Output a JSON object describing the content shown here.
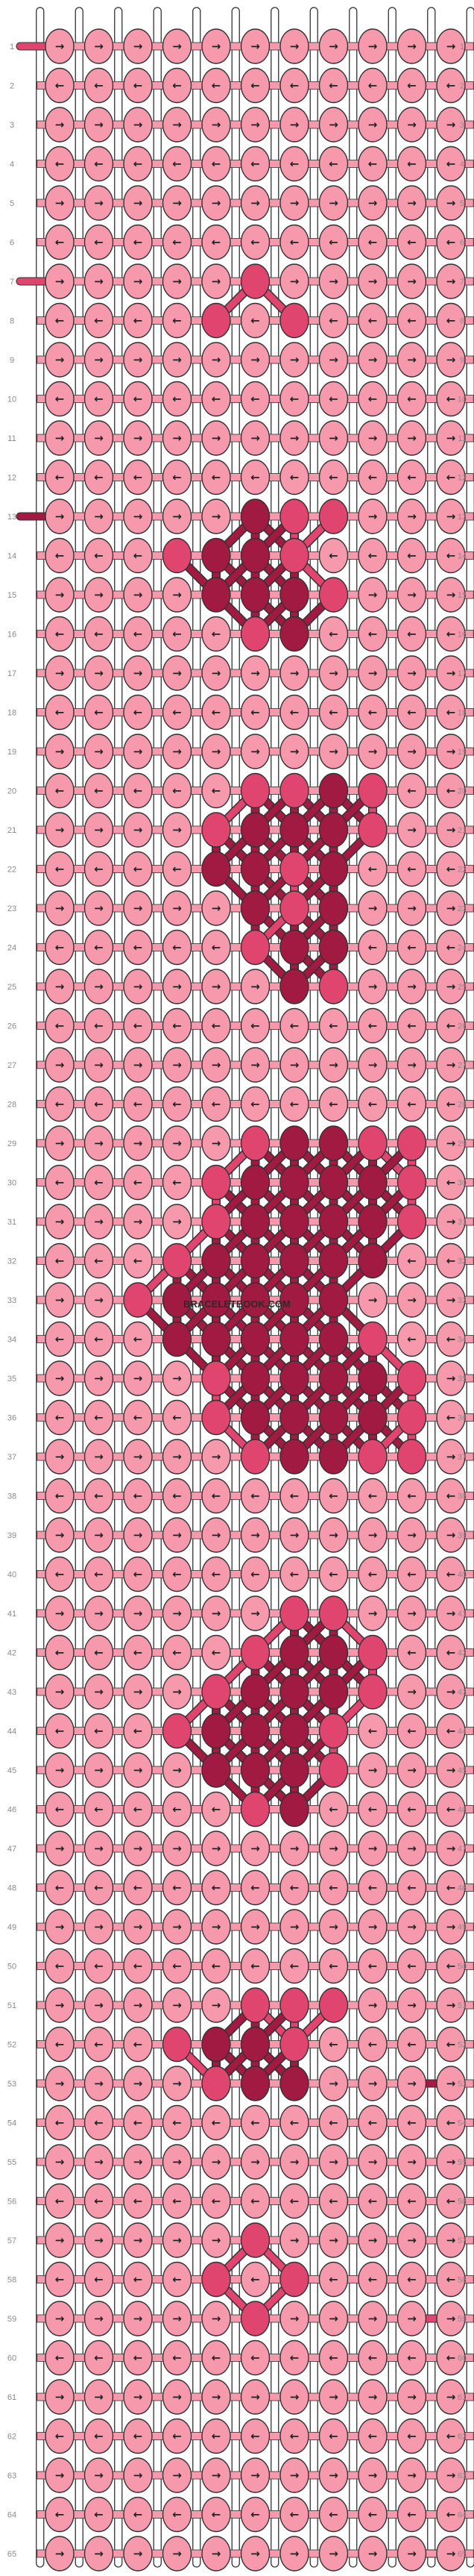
{
  "pattern": {
    "watermark": "BRACELETBOOK.COM",
    "rows": 65,
    "knots_per_row": 11,
    "colors": {
      "light": "#f799ad",
      "medium": "#e0456f",
      "dark": "#a01a42",
      "outline": "#333333",
      "thread_fill": "#ffffff"
    },
    "grid": [
      "RRRRRRRRRRR",
      "LLLLLLLLLLL",
      "RRRRRRRRRRR",
      "LLLLLLLLLLL",
      "RRRRRRRRRRR",
      "LLLLLLLLLLL",
      "RRRRRRRRRRR",
      "LLLLLLLLLLL",
      "RRRRRRRRRRR",
      "LLLLLLLLLLL",
      "RRRRRRRRRRR",
      "LLLLLLLLLLL",
      "RRRRRRRRRRR",
      "LLLLLLLLLLL",
      "RRRRRRRRRRR",
      "LLLLLLLLLLL",
      "RRRRRRRRRRR",
      "LLLLLLLLLLL",
      "RRRRRRRRRRR",
      "LLLLLLLLLLL",
      "RRRRRRRRRRR",
      "LLLLLLLLLLL",
      "RRRRRRRRRRR",
      "LLLLLLLLLLL",
      "RRRRRRRRRRR",
      "LLLLLLLLLLL",
      "RRRRRRRRRRR",
      "LLLLLLLLLLL",
      "RRRRRRRRRRR",
      "LLLLLLLLLLL",
      "RRRRRRRRRRR",
      "LLLLLLLLLLL",
      "RRRRRRRRRRR",
      "LLLLLLLLLLL",
      "RRRRRRRRRRR",
      "LLLLLLLLLLL",
      "RRRRRRRRRRR",
      "LLLLLLLLLLL",
      "RRRRRRRRRRR",
      "LLLLLLLLLLL",
      "RRRRRRRRRRR",
      "LLLLLLLLLLL",
      "RRRRRRRRRRR",
      "LLLLLLLLLLL",
      "RRRRRRRRRRR",
      "LLLLLLLLLLL",
      "RRRRRRRRRRR",
      "LLLLLLLLLLL",
      "RRRRRRRRRRR",
      "LLLLLLLLLLL",
      "RRRRRRRRRRR",
      "LLLLLLLLLLL",
      "RRRRRRRRRRR",
      "LLLLLLLLLLL",
      "RRRRRRRRRRR",
      "LLLLLLLLLLL",
      "RRRRRRRRRRR",
      "LLLLLLLLLLL",
      "RRRRRRRRRRR",
      "LLLLLLLLLLL",
      "RRRRRRRRRRR",
      "LLLLLLLLLLL",
      "RRRRRRRRRRR",
      "LLLLLLLLLLL",
      "RRRRRRRRRRR"
    ],
    "colored_knots": {
      "7": {
        "5": "M"
      },
      "8": {
        "4": "M",
        "6": "M"
      },
      "13": {
        "5": "D",
        "6": "M",
        "7": "M"
      },
      "14": {
        "3": "M",
        "4": "D",
        "5": "D",
        "6": "M"
      },
      "15": {
        "4": "D",
        "5": "D",
        "6": "D",
        "7": "M"
      },
      "16": {
        "5": "M",
        "6": "D"
      },
      "20": {
        "5": "M",
        "6": "M",
        "7": "D",
        "8": "M"
      },
      "21": {
        "4": "M",
        "5": "D",
        "6": "D",
        "7": "D",
        "8": "M"
      },
      "22": {
        "4": "D",
        "5": "D",
        "6": "M",
        "7": "D"
      },
      "23": {
        "5": "D",
        "6": "M",
        "7": "D"
      },
      "24": {
        "5": "M",
        "6": "D",
        "7": "D"
      },
      "25": {
        "6": "D",
        "7": "M"
      },
      "29": {
        "5": "M",
        "6": "D",
        "7": "D",
        "8": "M",
        "9": "M"
      },
      "30": {
        "4": "M",
        "5": "D",
        "6": "D",
        "7": "D",
        "8": "D",
        "9": "M"
      },
      "31": {
        "4": "M",
        "5": "D",
        "6": "D",
        "7": "D",
        "8": "D",
        "9": "M"
      },
      "32": {
        "3": "M",
        "4": "D",
        "5": "D",
        "6": "D",
        "7": "D",
        "8": "D"
      },
      "33": {
        "2": "M",
        "3": "D",
        "4": "D",
        "5": "D",
        "6": "D",
        "7": "D"
      },
      "34": {
        "3": "D",
        "4": "D",
        "5": "D",
        "6": "D",
        "7": "D",
        "8": "M"
      },
      "35": {
        "4": "M",
        "5": "D",
        "6": "D",
        "7": "D",
        "8": "D",
        "9": "M"
      },
      "36": {
        "4": "M",
        "5": "D",
        "6": "D",
        "7": "D",
        "8": "D",
        "9": "M"
      },
      "37": {
        "5": "M",
        "6": "D",
        "7": "D",
        "8": "M",
        "9": "M"
      },
      "41": {
        "6": "M",
        "7": "M"
      },
      "42": {
        "5": "M",
        "6": "D",
        "7": "D",
        "8": "M"
      },
      "43": {
        "4": "M",
        "5": "D",
        "6": "D",
        "7": "D",
        "8": "M"
      },
      "44": {
        "3": "M",
        "4": "D",
        "5": "D",
        "6": "D",
        "7": "M"
      },
      "45": {
        "4": "D",
        "5": "D",
        "6": "D",
        "7": "M"
      },
      "46": {
        "5": "M",
        "6": "D"
      },
      "51": {
        "5": "M",
        "6": "M",
        "7": "M"
      },
      "52": {
        "3": "M",
        "4": "D",
        "5": "D",
        "6": "M"
      },
      "53": {
        "4": "M",
        "5": "D",
        "6": "D"
      },
      "57": {
        "5": "M"
      },
      "58": {
        "4": "M",
        "6": "M"
      },
      "59": {
        "5": "M"
      }
    },
    "side_threads": [
      {
        "row": 1,
        "side": "left",
        "color": "medium"
      },
      {
        "row": 7,
        "side": "left",
        "color": "medium"
      },
      {
        "row": 13,
        "side": "left",
        "color": "dark"
      },
      {
        "row": 53,
        "side": "right",
        "color": "dark"
      },
      {
        "row": 59,
        "side": "right",
        "color": "medium"
      },
      {
        "row": 65,
        "side": "right",
        "color": "light"
      }
    ],
    "arrow_glyphs": {
      "R": "→",
      "L": "←"
    }
  }
}
